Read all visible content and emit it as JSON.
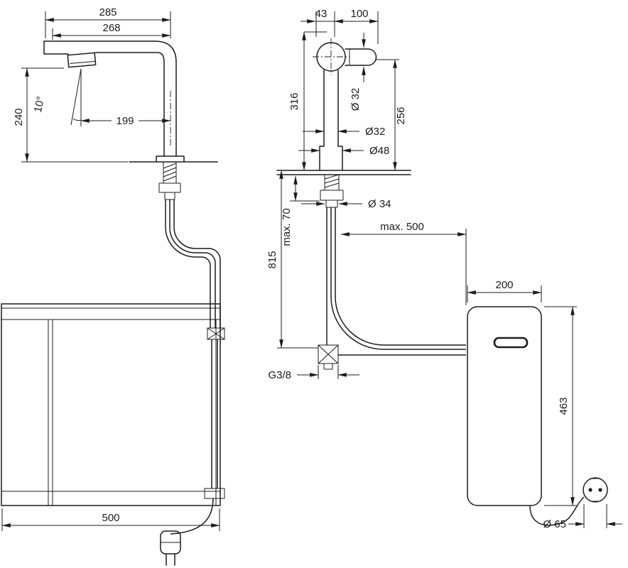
{
  "dims": {
    "left": {
      "overall": "285",
      "inner": "268",
      "height": "240",
      "angle": "10°",
      "reach": "199",
      "cabinet_width": "500"
    },
    "right": {
      "top_small": "43",
      "top_large": "100",
      "total_height": "316",
      "handle_height": "256",
      "handle_dia": "Ø 32",
      "body_dia": "Ø32",
      "base_dia": "Ø48",
      "shank_dia": "Ø 34",
      "deck_max": "max. 70",
      "hose_length": "815",
      "reach_max": "max. 500",
      "thread": "G3/8",
      "tank_width": "200",
      "tank_height": "463",
      "plug_dia": "Ø 65"
    }
  },
  "colors": {
    "ink": "#1c1c1c",
    "bg": "#ffffff"
  }
}
